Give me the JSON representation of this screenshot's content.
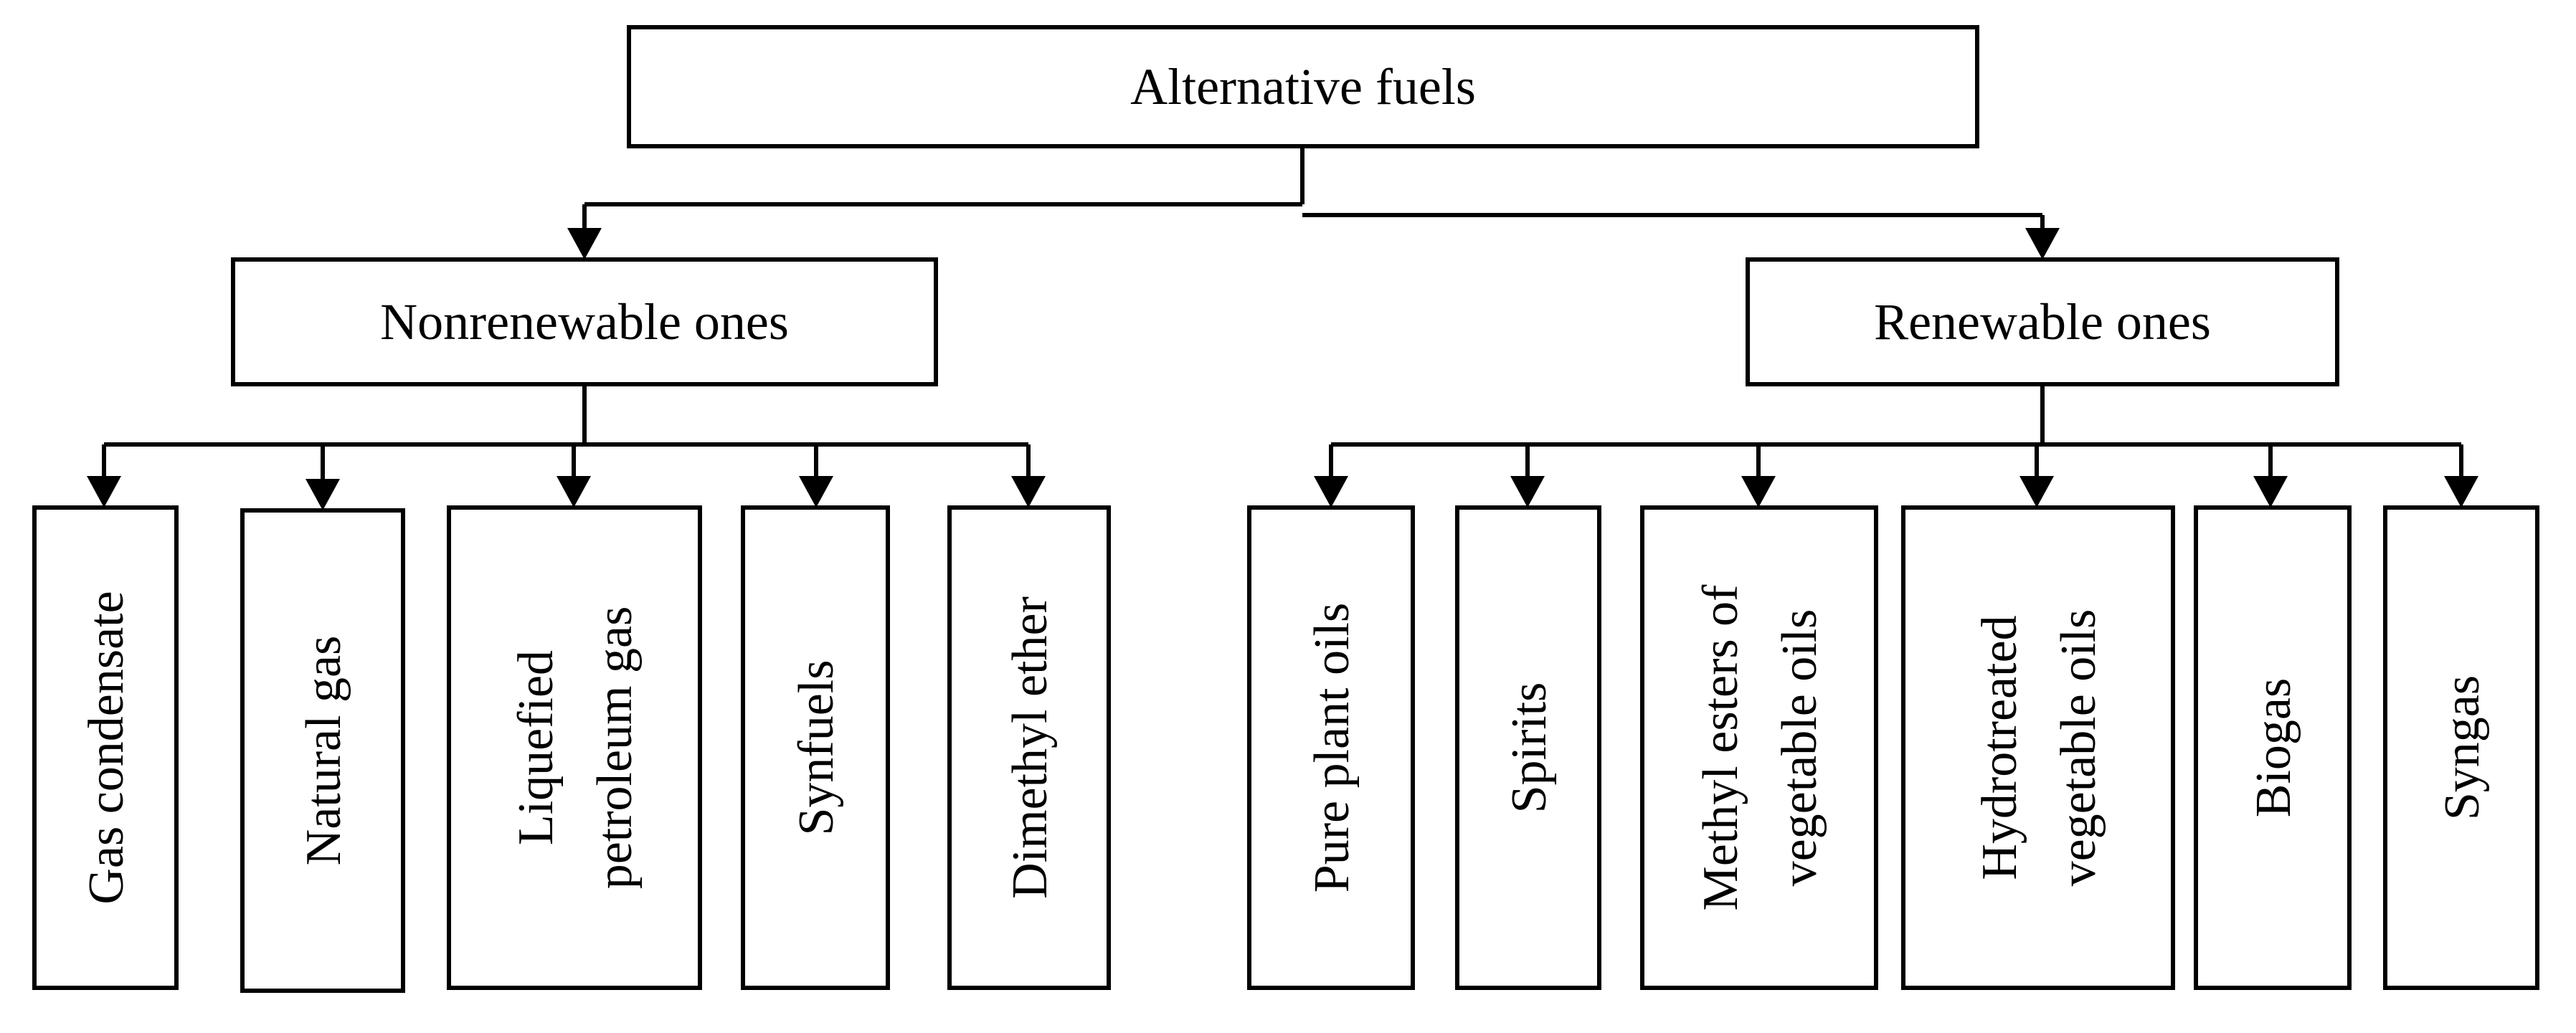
{
  "diagram": {
    "root": {
      "label": "Alternative fuels"
    },
    "categories": [
      {
        "label": "Nonrenewable ones",
        "children": [
          {
            "lines": [
              "Gas condensate"
            ]
          },
          {
            "lines": [
              "Natural gas"
            ]
          },
          {
            "lines": [
              "Liquefied",
              "petroleum gas"
            ]
          },
          {
            "lines": [
              "Synfuels"
            ]
          },
          {
            "lines": [
              "Dimethyl ether"
            ]
          }
        ]
      },
      {
        "label": "Renewable ones",
        "children": [
          {
            "lines": [
              "Pure plant oils"
            ]
          },
          {
            "lines": [
              "Spirits"
            ]
          },
          {
            "lines": [
              "Methyl esters of",
              "vegetable oils"
            ]
          },
          {
            "lines": [
              "Hydrotreated",
              "vegetable oils"
            ]
          },
          {
            "lines": [
              "Biogas"
            ]
          },
          {
            "lines": [
              "Syngas"
            ]
          }
        ]
      }
    ]
  }
}
